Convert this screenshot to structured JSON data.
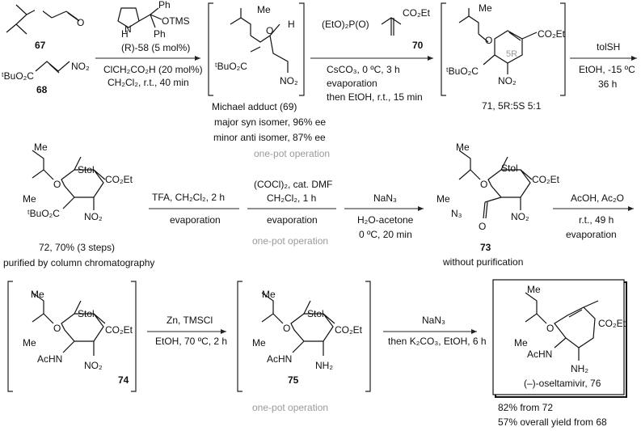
{
  "compounds": {
    "c67": {
      "num": "67"
    },
    "c68": {
      "num": "68",
      "ester": "ᵗBuO₂C",
      "nitro": "NO₂"
    },
    "c69": {
      "num": "69",
      "caption": "Michael adduct (69)",
      "major": "major syn isomer, 96% ee",
      "minor": "minor anti isomer, 87% ee",
      "ester": "ᵗBuO₂C",
      "nitro": "NO₂",
      "o": "O",
      "h": "H",
      "me": "Me"
    },
    "c70": {
      "num": "70",
      "formula": "(EtO)₂P(O)",
      "ester": "CO₂Et"
    },
    "c71": {
      "num": "71",
      "caption": "71, 5R:5S 5:1",
      "ester": "CO₂Et",
      "ester2": "ᵗBuO₂C",
      "nitro": "NO₂",
      "stereo": "5R",
      "o": "O",
      "me": "Me"
    },
    "c72": {
      "num": "72",
      "caption": "72, 70% (3 steps)",
      "note": "purified by column chromatography",
      "stol": "Stol",
      "ester": "CO₂Et",
      "ester2": "ᵗBuO₂C",
      "nitro": "NO₂",
      "o": "O",
      "me": "Me"
    },
    "c73": {
      "num": "73",
      "note": "without purification",
      "stol": "Stol",
      "ester": "CO₂Et",
      "azide": "N₃",
      "nitro": "NO₂",
      "o": "O",
      "me": "Me"
    },
    "c74": {
      "num": "74",
      "stol": "Stol",
      "ester": "CO₂Et",
      "acnh": "AcHN",
      "nitro": "NO₂",
      "o": "O",
      "me": "Me"
    },
    "c75": {
      "num": "75",
      "stol": "Stol",
      "ester": "CO₂Et",
      "acnh": "AcHN",
      "nh2": "NH₂",
      "o": "O",
      "me": "Me"
    },
    "c76": {
      "num": "76",
      "caption": "(–)-oseltamivir, 76",
      "ester": "CO₂Et",
      "acnh": "AcHN",
      "nh2": "NH₂",
      "yield1": "82% from 72",
      "yield2": "57% overall yield from 68",
      "o": "O",
      "me": "Me"
    }
  },
  "catalyst": {
    "label": "(R)-58 (5 mol%)",
    "ph1": "Ph",
    "ph2": "Ph",
    "otms": "OTMS",
    "nh": "H",
    "n": "N"
  },
  "steps": {
    "s1": {
      "line1": "ClCH₂CO₂H (20 mol%)",
      "line2": "CH₂Cl₂, r.t., 40 min"
    },
    "s2": {
      "line1": "CsCO₃, 0 ºC, 3 h",
      "line2": "evaporation",
      "line3": "then EtOH, r.t., 15 min"
    },
    "s3": {
      "line1": "tolSH",
      "line2": "EtOH, -15 ºC",
      "line3": "36 h"
    },
    "s4": {
      "line1": "TFA, CH₂Cl₂, 2 h",
      "line2": "evaporation"
    },
    "s5": {
      "line1": "(COCl)₂, cat. DMF",
      "line2": "CH₂Cl₂, 1 h",
      "line3": "evaporation"
    },
    "s6": {
      "line1": "NaN₃",
      "line2": "H₂O-acetone",
      "line3": "0 ºC, 20 min"
    },
    "s7": {
      "line1": "AcOH, Ac₂O",
      "line2": "r.t., 49 h",
      "line3": "evaporation"
    },
    "s8": {
      "line1": "Zn, TMSCl",
      "line2": "EtOH, 70 ºC, 2 h"
    },
    "s9": {
      "line1": "NaN₃",
      "line2": "then K₂CO₃, EtOH, 6 h"
    }
  },
  "onepot": [
    "one-pot operation",
    "one-pot operation",
    "one-pot operation"
  ]
}
